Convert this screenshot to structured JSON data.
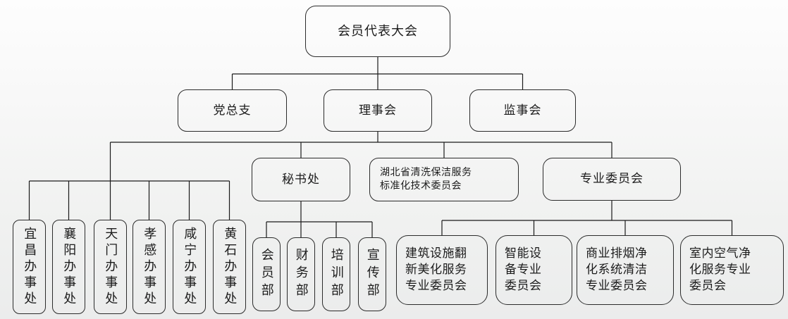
{
  "org_chart": {
    "root": {
      "label": "会员代表大会"
    },
    "level2": [
      {
        "label": "党总支"
      },
      {
        "label": "理事会"
      },
      {
        "label": "监事会"
      }
    ],
    "level3": [
      {
        "label": "秘书处"
      },
      {
        "label": "湖北省清洗保洁服务\n标准化技术委员会"
      },
      {
        "label": "专业委员会"
      }
    ],
    "offices": [
      {
        "label": "宜昌办事处"
      },
      {
        "label": "襄阳办事处"
      },
      {
        "label": "天门办事处"
      },
      {
        "label": "孝感办事处"
      },
      {
        "label": "咸宁办事处"
      },
      {
        "label": "黄石办事处"
      }
    ],
    "departments": [
      {
        "label": "会员部"
      },
      {
        "label": "财务部"
      },
      {
        "label": "培训部"
      },
      {
        "label": "宣传部"
      }
    ],
    "committees": [
      {
        "label": "建筑设施翻\n新美化服务\n专业委员会"
      },
      {
        "label": "智能设\n备专业\n委员会"
      },
      {
        "label": "商业排烟净\n化系统清洁\n专业委员会"
      },
      {
        "label": "室内空气净\n化服务专业\n委员会"
      }
    ],
    "colors": {
      "border": "#2b2b2b",
      "line": "#1a1a1a",
      "text": "#1c1c1c",
      "background": "#f2f2f1"
    }
  }
}
